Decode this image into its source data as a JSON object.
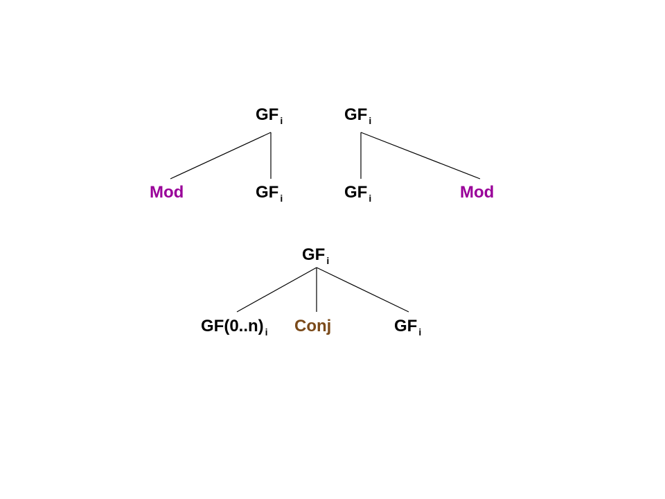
{
  "colors": {
    "text": "#000000",
    "mod": "#990099",
    "conj": "#7a4a1a"
  },
  "tree1": {
    "root": {
      "label": "GF",
      "sub": "i"
    },
    "left": {
      "label": "Mod"
    },
    "right": {
      "label": "GF",
      "sub": "i"
    }
  },
  "tree2": {
    "root": {
      "label": "GF",
      "sub": "i"
    },
    "left": {
      "label": "GF",
      "sub": "i"
    },
    "right": {
      "label": "Mod"
    }
  },
  "tree3": {
    "root": {
      "label": "GF",
      "sub": "i"
    },
    "left": {
      "label": "GF(0..n)",
      "sub": "i"
    },
    "middle": {
      "label": "Conj"
    },
    "right": {
      "label": "GF",
      "sub": "i"
    }
  }
}
